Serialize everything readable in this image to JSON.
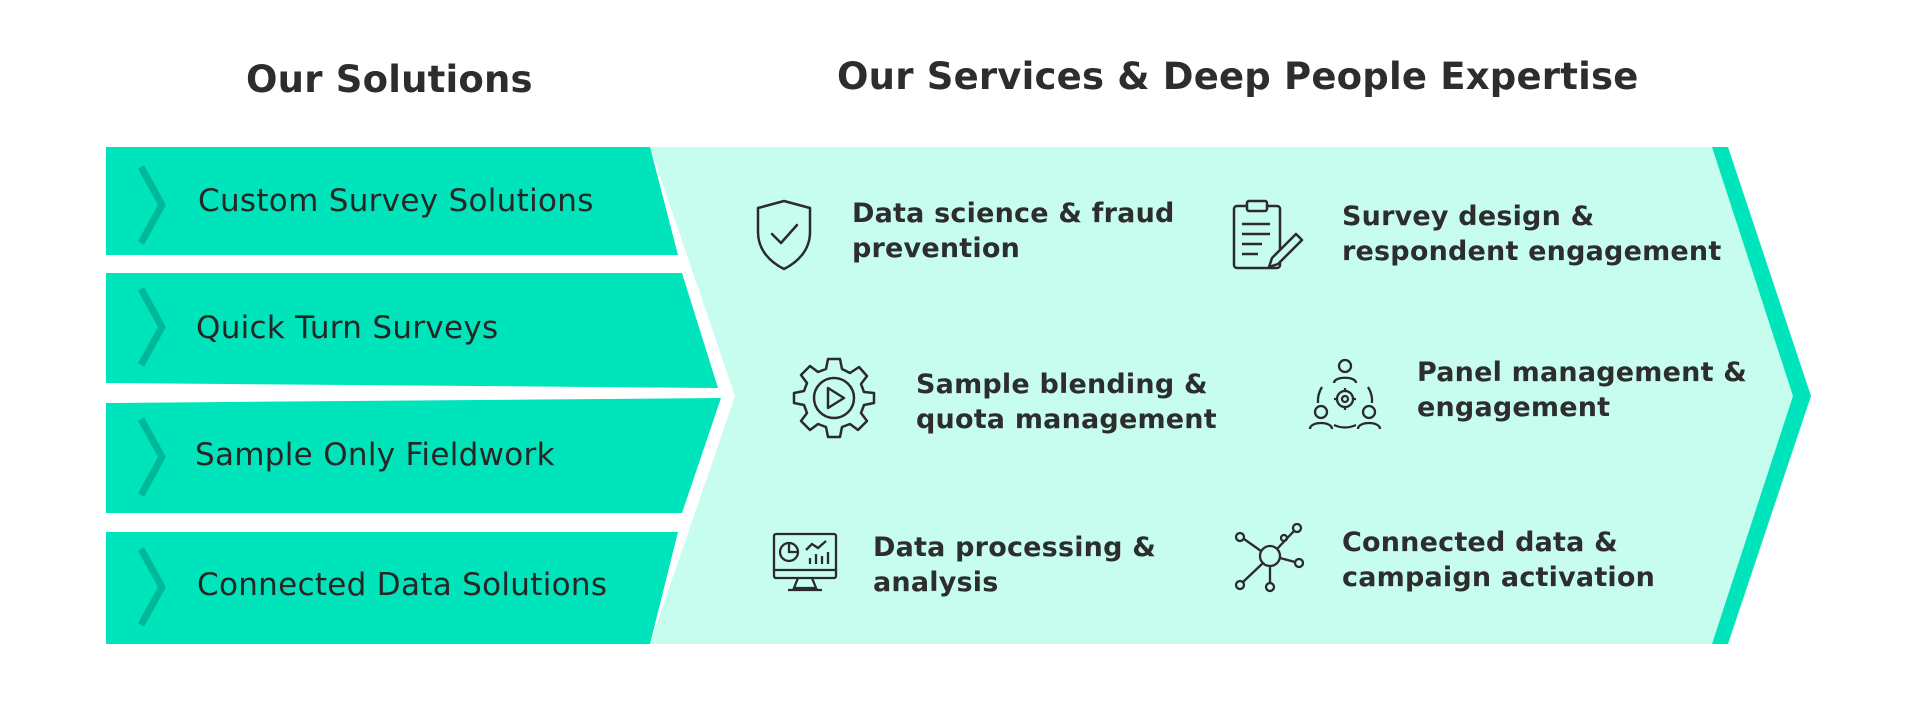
{
  "headings": {
    "solutions": "Our Solutions",
    "services": "Our Services & Deep People Expertise"
  },
  "solutions": [
    {
      "label": "Custom Survey Solutions"
    },
    {
      "label": "Quick Turn Surveys"
    },
    {
      "label": "Sample Only Fieldwork"
    },
    {
      "label": "Connected Data Solutions"
    }
  ],
  "services": [
    {
      "line1": "Data science & fraud",
      "line2": "prevention",
      "icon": "shield-check-icon"
    },
    {
      "line1": "Survey design &",
      "line2": "respondent engagement",
      "icon": "clipboard-pencil-icon"
    },
    {
      "line1": "Sample blending &",
      "line2": "quota management",
      "icon": "gear-play-icon"
    },
    {
      "line1": "Panel management &",
      "line2": "engagement",
      "icon": "people-gear-icon"
    },
    {
      "line1": "Data processing &",
      "line2": "analysis",
      "icon": "monitor-chart-icon"
    },
    {
      "line1": "Connected data &",
      "line2": "campaign activation",
      "icon": "network-nodes-icon"
    }
  ],
  "colors": {
    "solution_band": "#00e4bb",
    "chevron_mark": "#00b898",
    "services_panel": "#c7fdef",
    "arrow_stripe": "#00e4bb",
    "text": "#2d2d2d",
    "icon_stroke": "#2b2b2b"
  }
}
